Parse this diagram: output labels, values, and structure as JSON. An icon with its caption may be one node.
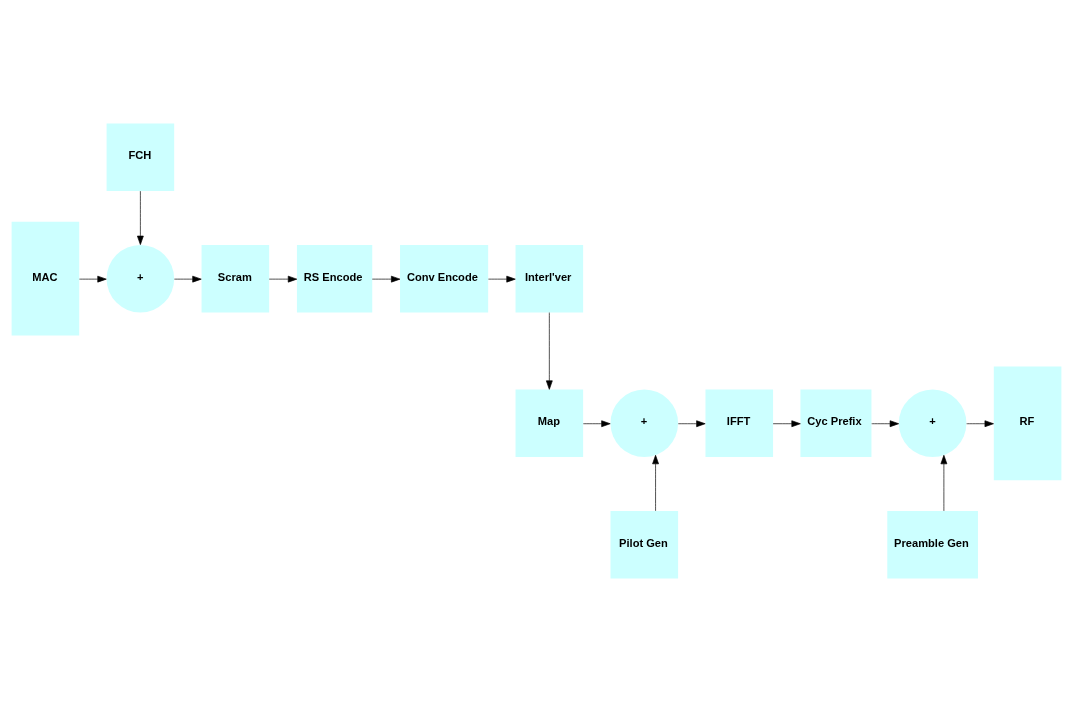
{
  "diagram": {
    "nodes": [
      {
        "text": [
          "FCH"
        ]
      },
      {
        "text": [
          "MAC"
        ]
      },
      {
        "text": [
          "+"
        ]
      },
      {
        "text": [
          "Scram"
        ]
      },
      {
        "text": [
          "RS Encode"
        ]
      },
      {
        "text": [
          "Conv Encode"
        ]
      },
      {
        "text": [
          "Interl'ver"
        ]
      },
      {
        "text": [
          "Map"
        ]
      },
      {
        "text": [
          "+"
        ]
      },
      {
        "text": [
          "IFFT"
        ]
      },
      {
        "text": [
          "Cyc Prefix"
        ]
      },
      {
        "text": [
          "+"
        ]
      },
      {
        "text": [
          "RF"
        ]
      },
      {
        "text": [
          "Pilot Gen"
        ]
      },
      {
        "text": [
          "Preamble Gen"
        ]
      }
    ],
    "edges": [
      {
        "from": 0,
        "to": 2,
        "arrow": "to"
      },
      {
        "from": 1,
        "to": 2,
        "arrow": "to"
      },
      {
        "from": 2,
        "to": 3,
        "arrow": "to"
      },
      {
        "from": 3,
        "to": 4,
        "arrow": "to"
      },
      {
        "from": 4,
        "to": 5,
        "arrow": "to"
      },
      {
        "from": 5,
        "to": 6,
        "arrow": "to"
      },
      {
        "from": 6,
        "to": 7,
        "arrow": "to"
      },
      {
        "from": 7,
        "to": 8,
        "arrow": "to"
      },
      {
        "from": 8,
        "to": 9,
        "arrow": "to"
      },
      {
        "from": 9,
        "to": 10,
        "arrow": "to"
      },
      {
        "from": 10,
        "to": 11,
        "arrow": "to"
      },
      {
        "from": 11,
        "to": 12,
        "arrow": "to"
      },
      {
        "from": 13,
        "to": 8,
        "arrow": "to"
      },
      {
        "from": 14,
        "to": 11,
        "arrow": "to"
      }
    ]
  }
}
